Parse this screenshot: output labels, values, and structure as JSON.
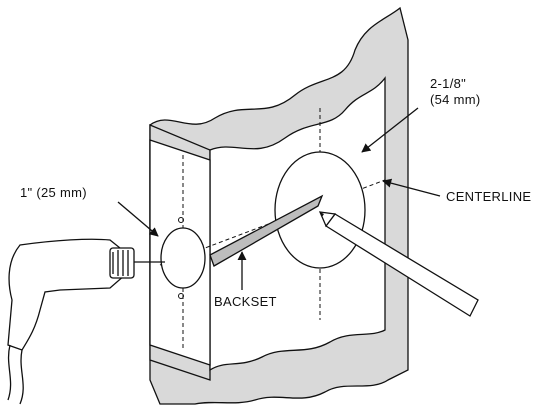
{
  "labels": {
    "hole_size_line1": "2-1/8\"",
    "hole_size_line2": "(54 mm)",
    "centerline": "CENTERLINE",
    "edge_hole": "1\" (25 mm)",
    "backset": "BACKSET"
  },
  "colors": {
    "ink": "#111111",
    "door_face": "#ffffff",
    "wall_shade": "#d9d9d9",
    "hole_fill": "#ffffff",
    "backset_bar": "#bdbdbd"
  }
}
